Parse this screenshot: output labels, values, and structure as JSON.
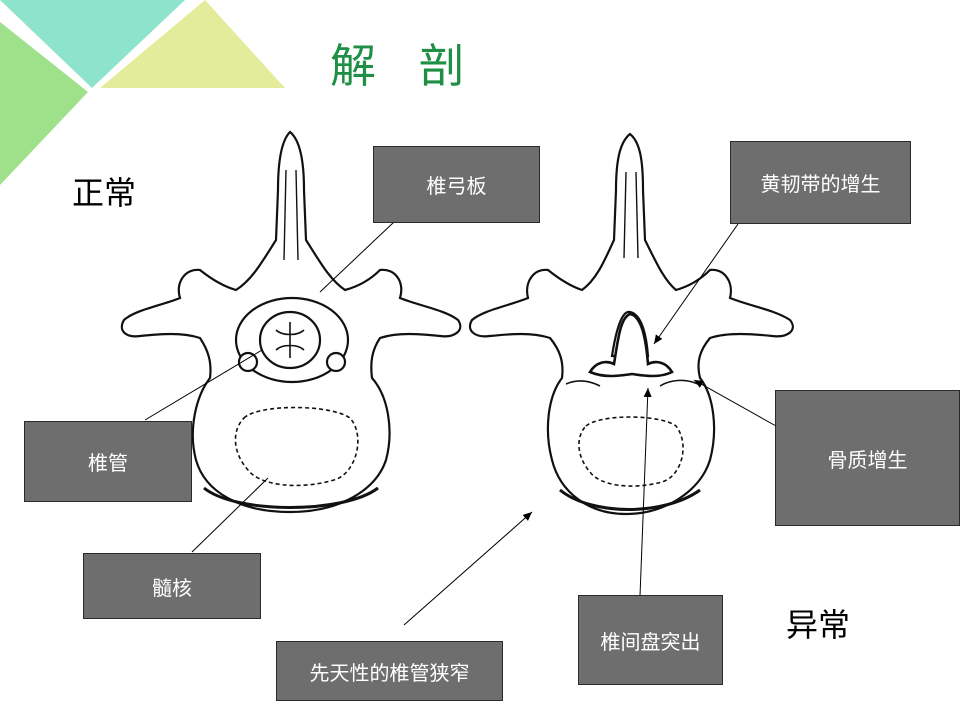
{
  "title": "解 剖",
  "labels": {
    "normal": "正常",
    "abnormal": "异常"
  },
  "callouts": {
    "lamina": "椎弓板",
    "spinal_canal": "椎管",
    "nucleus_pulposus": "髓核",
    "congenital_stenosis": "先天性的椎管狭窄",
    "ligamentum_flavum_hypertrophy": "黄韧带的增生",
    "osteophyte": "骨质增生",
    "disc_herniation": "椎间盘突出"
  },
  "colors": {
    "title_green": "#1f8f45",
    "callout_fill": "#6e6e6e",
    "deco_teal": "#8ee3cc",
    "deco_green": "#9fe08a",
    "deco_yellow": "#e3ec9a"
  }
}
